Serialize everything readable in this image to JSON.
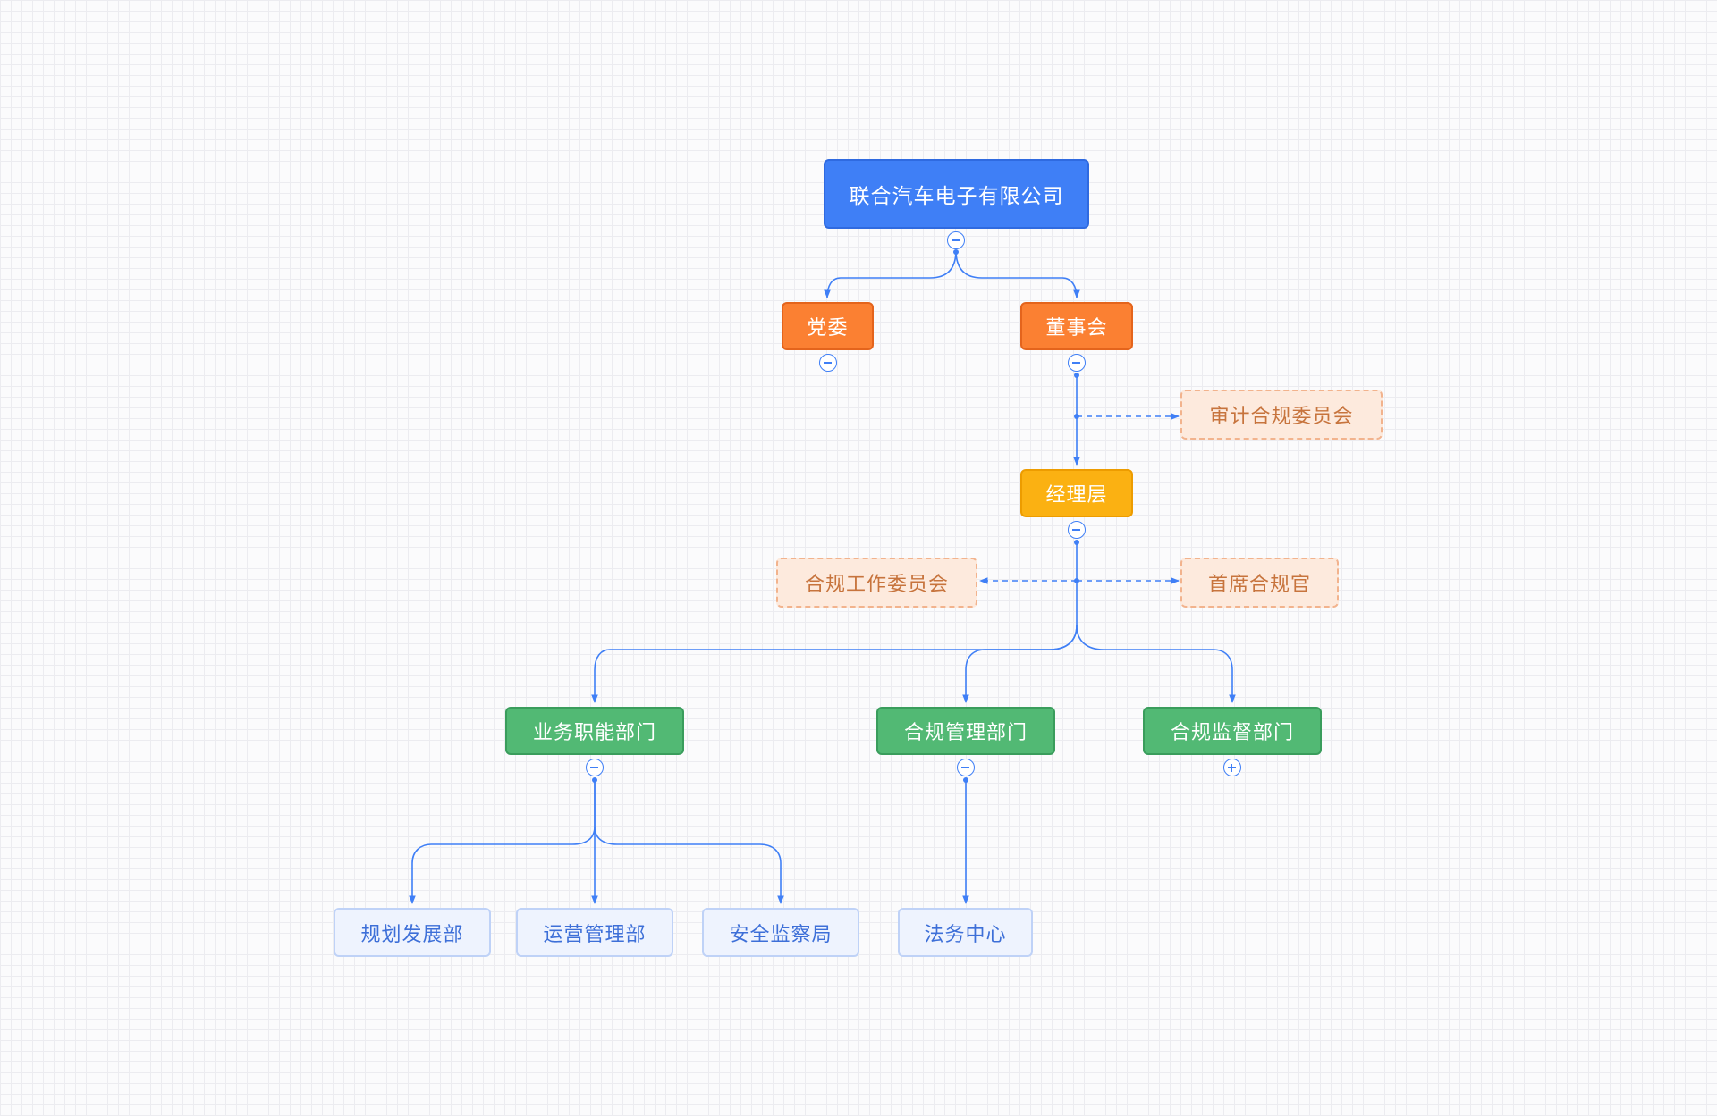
{
  "diagram": {
    "title": "",
    "colors": {
      "line": "#3f7ff6",
      "root": "#3f7ff6",
      "orange": "#fb8032",
      "yellow": "#fbb112",
      "green": "#52b974",
      "leaf": "#eef3fe",
      "assist": "#fdeadd"
    },
    "nodes": [
      {
        "id": "root",
        "label": "联合汽车电子有限公司",
        "style": "root",
        "toggle": "collapse-icon"
      },
      {
        "id": "party",
        "label": "党委",
        "style": "orange",
        "toggle": "collapse-icon"
      },
      {
        "id": "board",
        "label": "董事会",
        "style": "orange",
        "toggle": "collapse-icon"
      },
      {
        "id": "audit",
        "label": "审计合规委员会",
        "style": "dash",
        "toggle": ""
      },
      {
        "id": "mgmt",
        "label": "经理层",
        "style": "yellow",
        "toggle": "collapse-icon"
      },
      {
        "id": "workcomm",
        "label": "合规工作委员会",
        "style": "dash",
        "toggle": ""
      },
      {
        "id": "cco",
        "label": "首席合规官",
        "style": "dash",
        "toggle": ""
      },
      {
        "id": "biz",
        "label": "业务职能部门",
        "style": "green",
        "toggle": "collapse-icon"
      },
      {
        "id": "compmgmt",
        "label": "合规管理部门",
        "style": "green",
        "toggle": "collapse-icon"
      },
      {
        "id": "compsup",
        "label": "合规监督部门",
        "style": "green",
        "toggle": "expand-icon"
      },
      {
        "id": "plan",
        "label": "规划发展部",
        "style": "light",
        "toggle": ""
      },
      {
        "id": "ops",
        "label": "运营管理部",
        "style": "light",
        "toggle": ""
      },
      {
        "id": "safety",
        "label": "安全监察局",
        "style": "light",
        "toggle": ""
      },
      {
        "id": "legal",
        "label": "法务中心",
        "style": "light",
        "toggle": ""
      }
    ],
    "links": [
      {
        "from": "root",
        "to": "party",
        "kind": "solid"
      },
      {
        "from": "root",
        "to": "board",
        "kind": "solid"
      },
      {
        "from": "board",
        "to": "mgmt",
        "kind": "solid"
      },
      {
        "from": "board",
        "to": "audit",
        "kind": "dashed"
      },
      {
        "from": "mgmt",
        "to": "workcomm",
        "kind": "dashed"
      },
      {
        "from": "mgmt",
        "to": "cco",
        "kind": "dashed"
      },
      {
        "from": "mgmt",
        "to": "biz",
        "kind": "solid"
      },
      {
        "from": "mgmt",
        "to": "compmgmt",
        "kind": "solid"
      },
      {
        "from": "mgmt",
        "to": "compsup",
        "kind": "solid"
      },
      {
        "from": "biz",
        "to": "plan",
        "kind": "solid"
      },
      {
        "from": "biz",
        "to": "ops",
        "kind": "solid"
      },
      {
        "from": "biz",
        "to": "safety",
        "kind": "solid"
      },
      {
        "from": "compmgmt",
        "to": "legal",
        "kind": "solid"
      }
    ]
  }
}
